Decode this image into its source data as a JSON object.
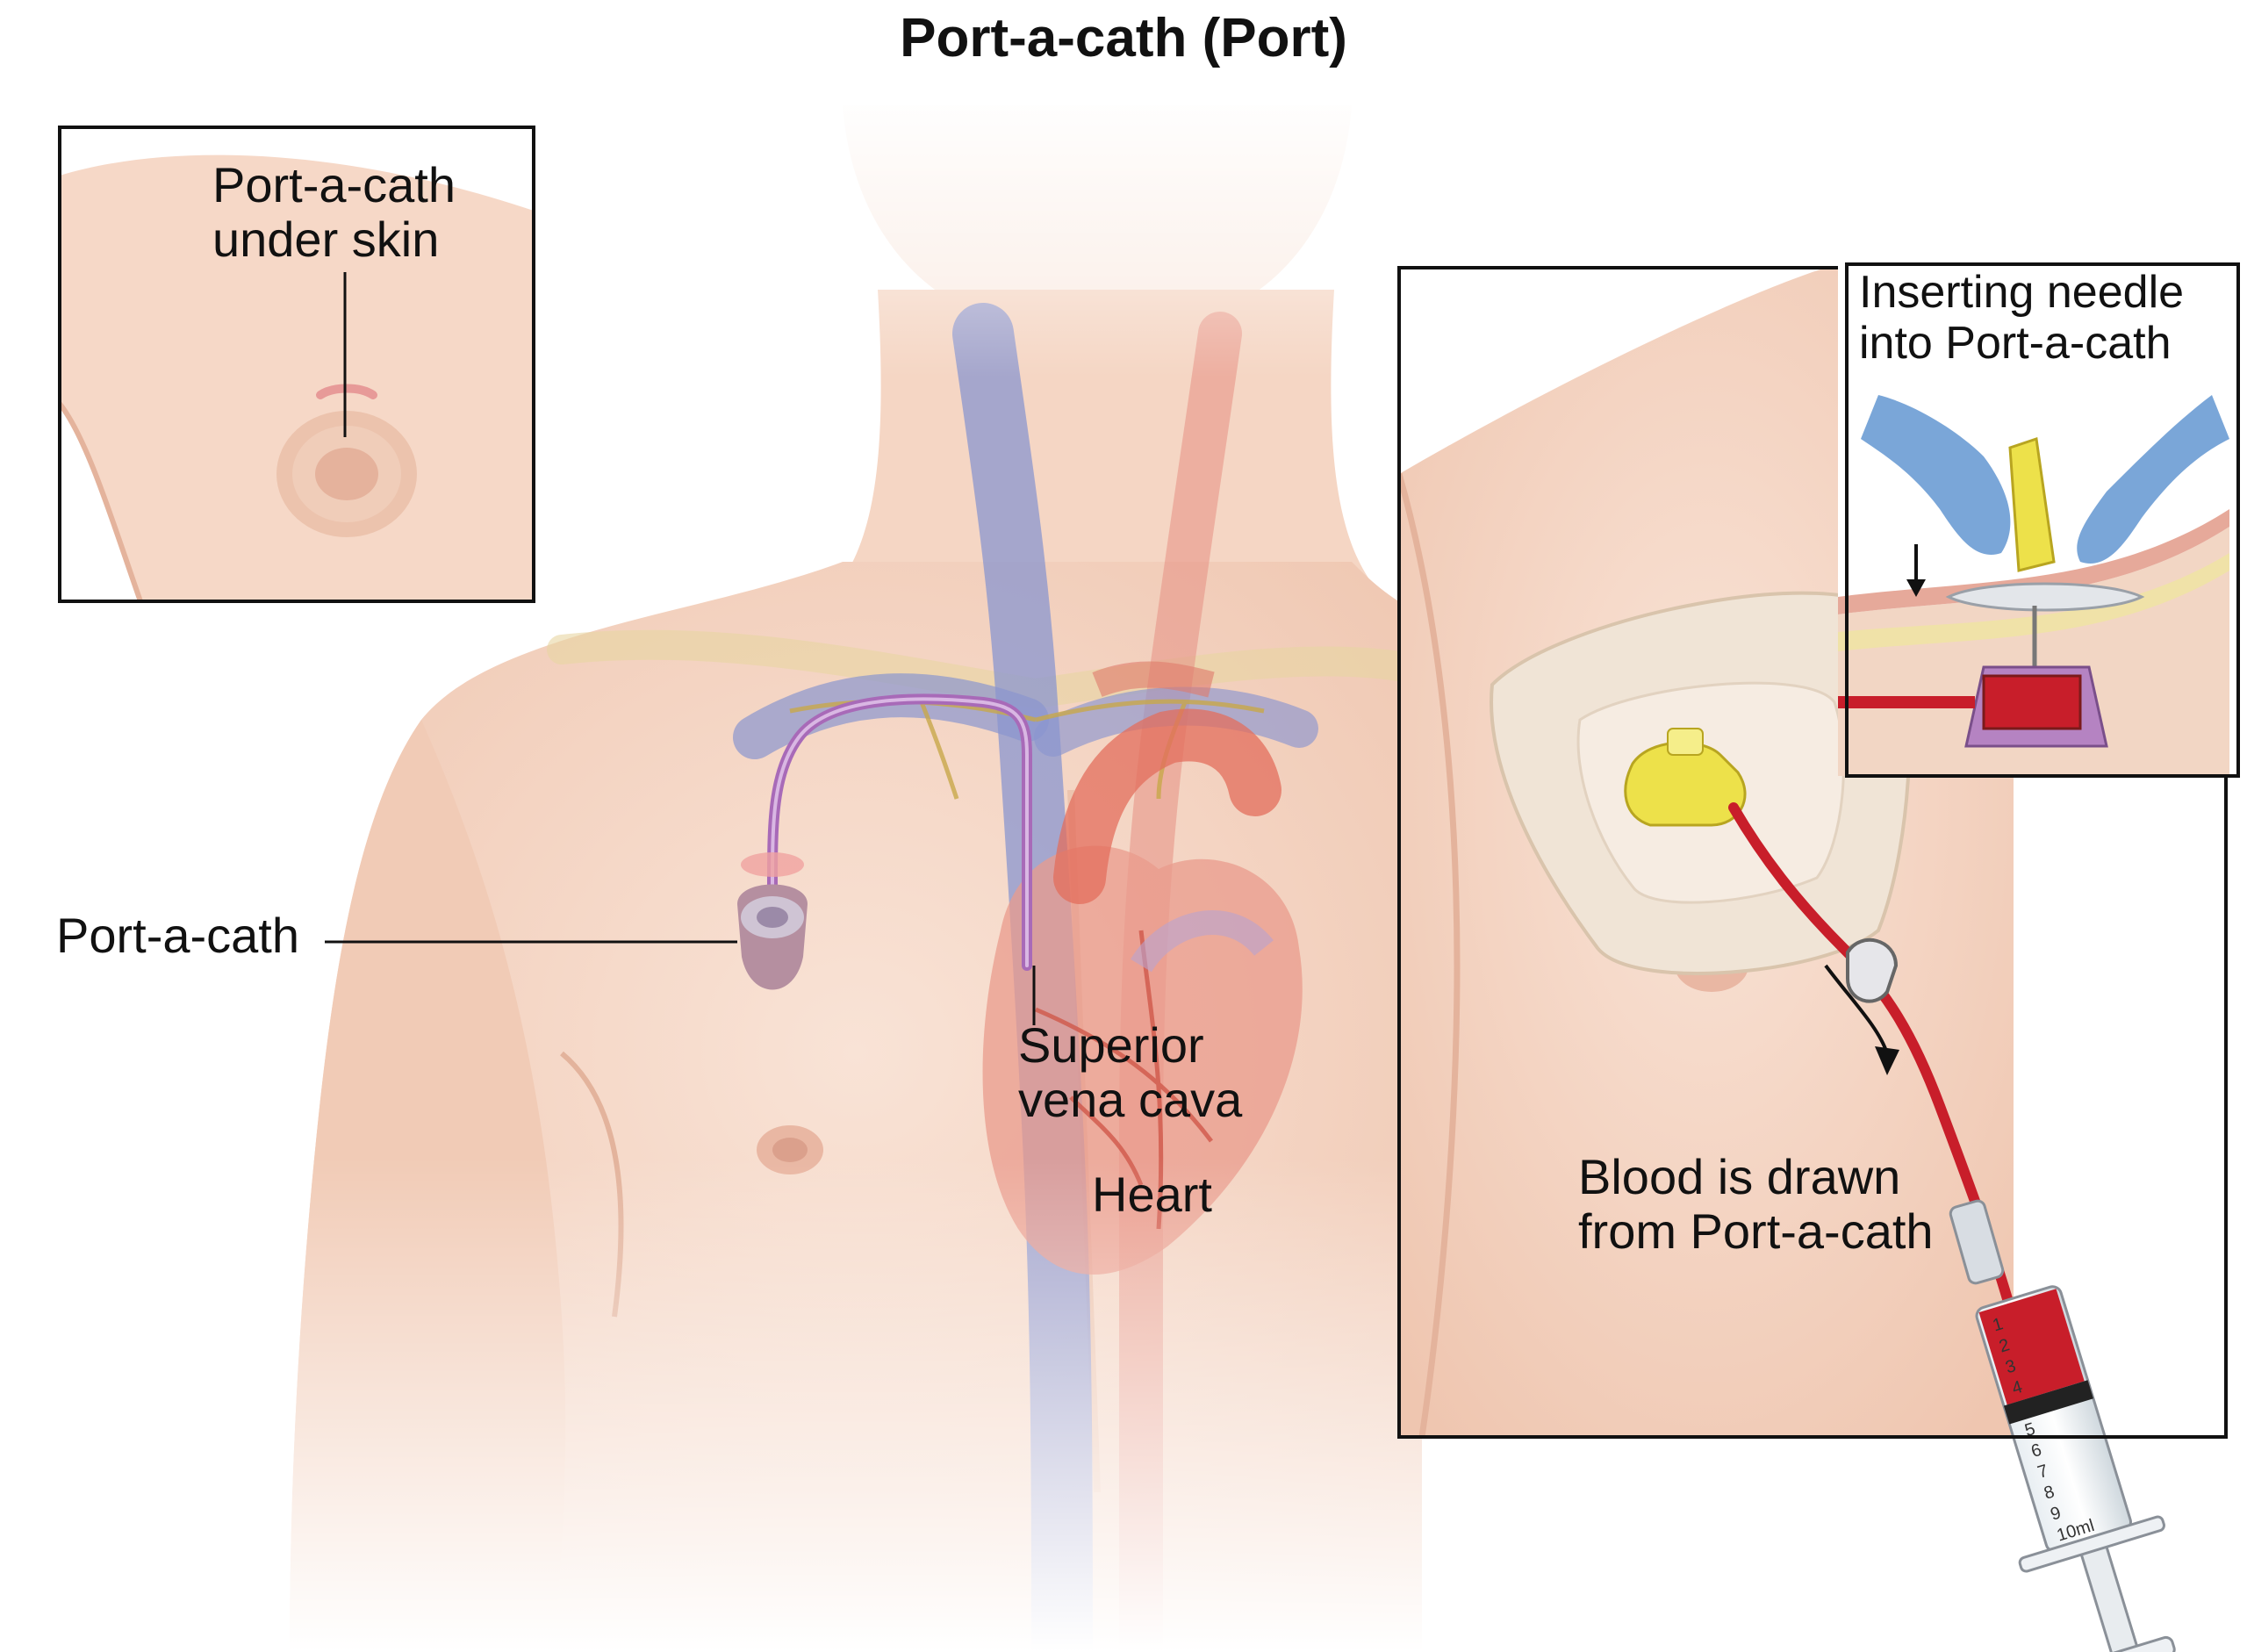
{
  "title": "Port-a-cath (Port)",
  "labels": {
    "port_under_skin": [
      "Port-a-cath",
      "under skin"
    ],
    "port": "Port-a-cath",
    "superior_vena_cava": [
      "Superior",
      "vena cava"
    ],
    "heart": "Heart",
    "inserting_needle": [
      "Inserting needle",
      "into Port-a-cath"
    ],
    "blood_drawn": [
      "Blood is drawn",
      "from Port-a-cath"
    ],
    "syringe_scale": [
      "1",
      "2",
      "3",
      "4",
      "5",
      "6",
      "7",
      "8",
      "9",
      "10ml"
    ]
  },
  "colors": {
    "skin": "#f6d9c8",
    "skin_shadow": "#e8b9a1",
    "vein": "#7c8cc8",
    "artery": "#e07a6a",
    "catheter": "#b07ac0",
    "port_body": "#b58fa0",
    "needle_yellow": "#ede14a",
    "blood": "#c81e2a",
    "glove": "#7aa6d8",
    "frame": "#111111"
  }
}
